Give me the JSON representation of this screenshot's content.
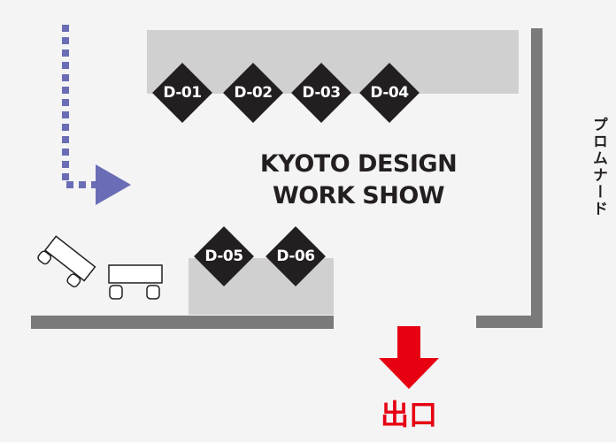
{
  "map_title": [
    "KYOTO DESIGN",
    "WORK SHOW"
  ],
  "booths": [
    "D-01",
    "D-02",
    "D-03",
    "D-04",
    "D-05",
    "D-06"
  ],
  "side_label": "プロムナード",
  "exit_label": "出口",
  "colors": {
    "background": "#f4f4f5",
    "booth_area": "#d0d0d1",
    "wall": "#7a7a7a",
    "booth_marker": "#231f20",
    "path_arrow": "#6a6db5",
    "exit_arrow": "#e60012"
  },
  "icons": [
    "dotted-path-arrow",
    "exit-arrow",
    "table-with-chairs"
  ]
}
